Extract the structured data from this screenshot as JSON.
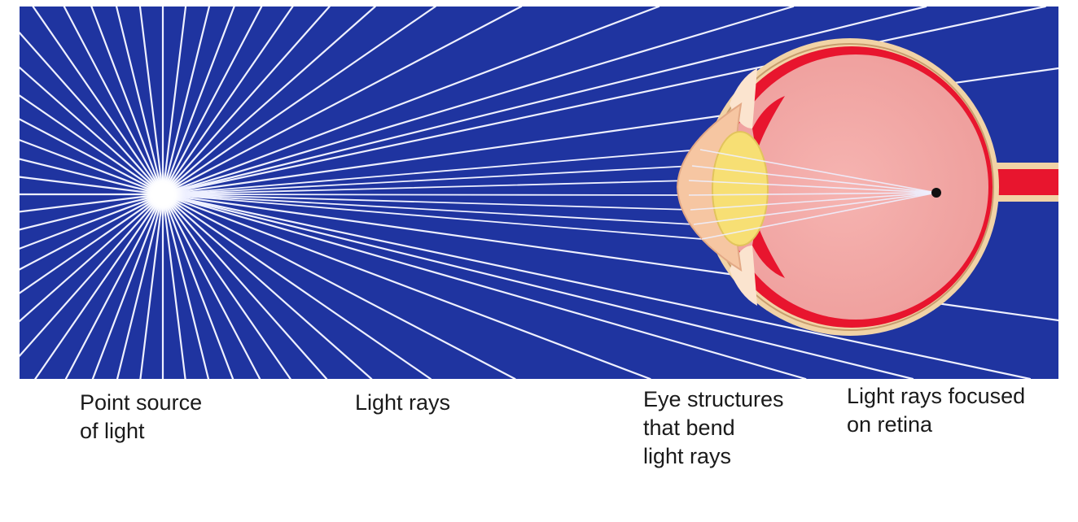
{
  "labels": {
    "point_source": [
      "Point source",
      "of light"
    ],
    "light_rays": [
      "Light rays"
    ],
    "eye_structures": [
      "Eye structures",
      "that bend",
      "light rays"
    ],
    "focused": [
      "Light rays focused",
      "on retina"
    ]
  },
  "colors": {
    "background": "#1f34a0",
    "ray": "#eef0ff",
    "sclera": "#f1d3a6",
    "choroid": "#e8152e",
    "vitreous": "#f3a8a6",
    "lens": "#f7df74",
    "cornea": "#f6c6a2",
    "optic_nerve": "#e8152e",
    "focal_point": "#111111"
  },
  "icons": {
    "light_source": "glowing-point-icon",
    "eye": "eye-cross-section-icon"
  }
}
